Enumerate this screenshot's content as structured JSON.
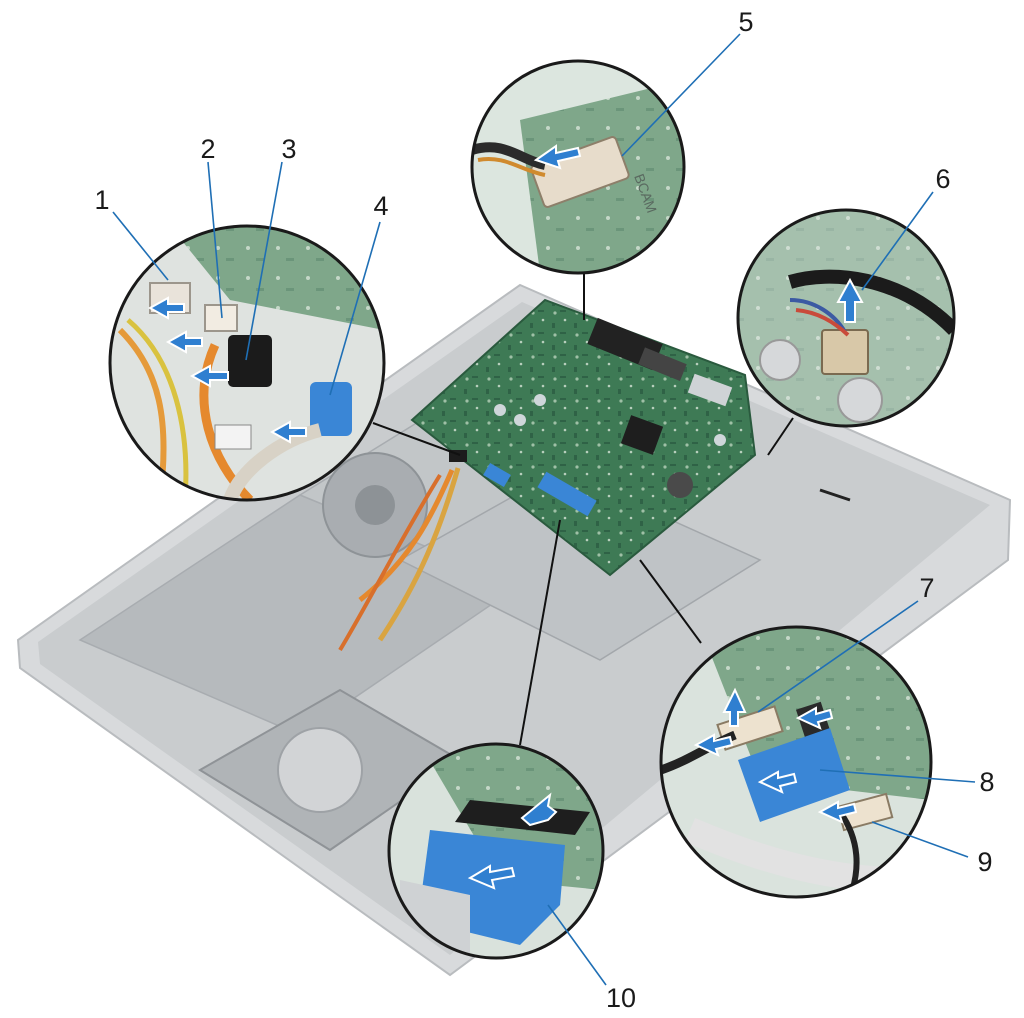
{
  "figure": {
    "callouts": [
      {
        "id": "1",
        "label": "1"
      },
      {
        "id": "2",
        "label": "2"
      },
      {
        "id": "3",
        "label": "3"
      },
      {
        "id": "4",
        "label": "4"
      },
      {
        "id": "5",
        "label": "5"
      },
      {
        "id": "6",
        "label": "6"
      },
      {
        "id": "7",
        "label": "7"
      },
      {
        "id": "8",
        "label": "8"
      },
      {
        "id": "9",
        "label": "9"
      },
      {
        "id": "10",
        "label": "10"
      }
    ],
    "board_silkscreen": "BCAM",
    "colors": {
      "board_green": "#3e7a55",
      "chassis_gray": "#c9ccce",
      "cable_blue": "#3a86d6",
      "arrow_blue": "#2f7fd0",
      "leader_blue": "#1f6fb5"
    },
    "icons": [
      "pull-arrow-icon",
      "lift-arrow-icon"
    ]
  }
}
